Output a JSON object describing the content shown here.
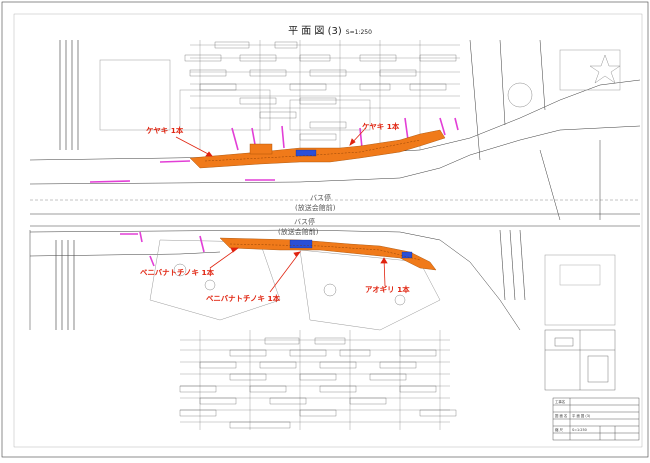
{
  "header": {
    "title": "平 面 図 (3)",
    "scale": "S=1:250"
  },
  "tree_labels": {
    "keyaki_left": "ケヤキ 1本",
    "keyaki_right": "ケヤキ 1本",
    "benibana_1": "ベニバナトチノキ 1本",
    "benibana_2": "ベニバナトチノキ 1本",
    "aogiri": "アオギリ 1本"
  },
  "bus_stop_labels": {
    "upper_main": "バス停",
    "upper_sub": "(放送会館前)",
    "lower_main": "バス停",
    "lower_sub": "(放送会館前)"
  },
  "colors": {
    "pavement_orange": "#f07a1a",
    "highlight_magenta": "#e23fd6",
    "label_red": "#e0230f",
    "line_dark": "#3a3a3a"
  },
  "title_block": {
    "rows": [
      {
        "left": "工事名",
        "right": ""
      },
      {
        "left": "",
        "right": ""
      },
      {
        "left": "図 面 名",
        "right": "平 面 図 (3)"
      },
      {
        "left": "",
        "right": ""
      },
      {
        "left": "縮 尺",
        "right": "S=1:250"
      },
      {
        "left": "",
        "right": ""
      }
    ]
  }
}
